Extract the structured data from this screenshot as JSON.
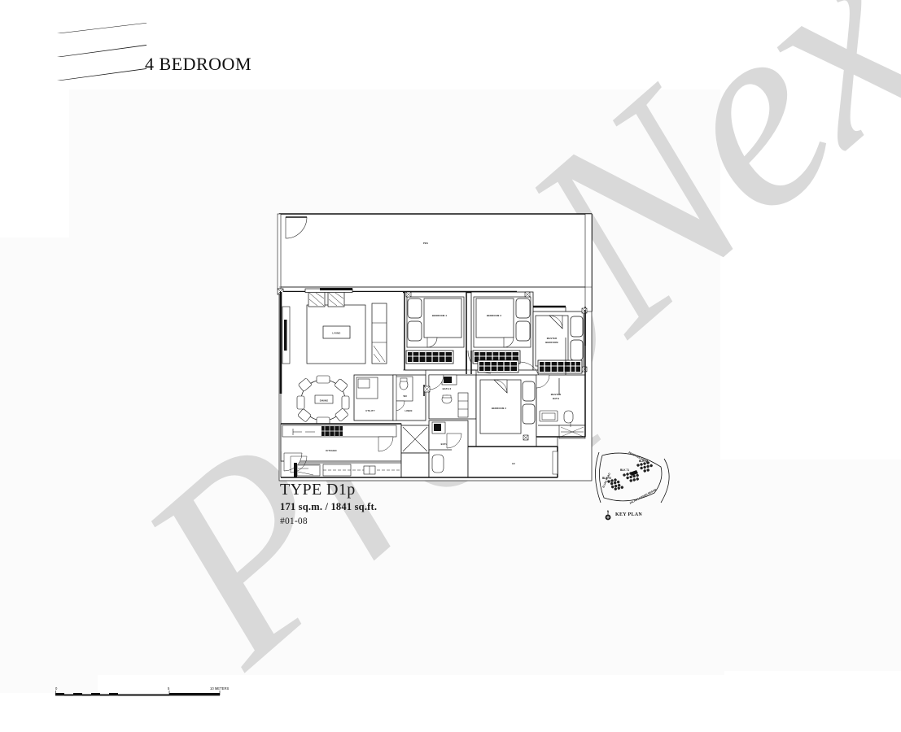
{
  "header": {
    "title": "4 BEDROOM",
    "logo_name": "three-blade-logo"
  },
  "watermark": {
    "text": "PropNex"
  },
  "caption": {
    "type_label": "TYPE D1p",
    "area_label": "171 sq.m. / 1841 sq.ft.",
    "unit_label": "#01-08"
  },
  "keyplan": {
    "title": "KEY PLAN",
    "compass_label": "N",
    "roads": [
      "ELIAS ROAD",
      "PASIR RIS DRIVE 1",
      "JALAN LOYANG BESAR"
    ],
    "blocks": [
      "BLK 73",
      "BLK 71",
      "BLK 70"
    ]
  },
  "scalebar": {
    "ticks": [
      "0",
      "5",
      "10 METERS"
    ]
  },
  "floorplan": {
    "rooms": [
      {
        "name": "PES",
        "label": "PES"
      },
      {
        "name": "living",
        "label": "LIVING"
      },
      {
        "name": "dining",
        "label": "DINING"
      },
      {
        "name": "kitchen",
        "label": "KITCHEN"
      },
      {
        "name": "utility",
        "label": "UTILITY"
      },
      {
        "name": "linen",
        "label": "LINEN"
      },
      {
        "name": "wc",
        "label": "WC"
      },
      {
        "name": "bedroom-4",
        "label": "BEDROOM 4"
      },
      {
        "name": "bedroom-3",
        "label": "BEDROOM 3"
      },
      {
        "name": "bedroom-2",
        "label": "BEDROOM 2"
      },
      {
        "name": "master-bedroom",
        "label": "MASTER BEDROOM"
      },
      {
        "name": "master-bath",
        "label": "MASTER BATH"
      },
      {
        "name": "bath-2",
        "label": "BATH 2"
      },
      {
        "name": "bath-3",
        "label": "BATH 3"
      },
      {
        "name": "ac-ledge-1",
        "label": "AC"
      },
      {
        "name": "ac-ledge-2",
        "label": "AC"
      }
    ],
    "labels": {
      "pes": "PES",
      "living": "LIVING",
      "dining": "DINING",
      "kitchen": "KITCHEN",
      "utility": "UTILITY",
      "linen": "LINEN",
      "wc": "WC",
      "bedroom4": "BEDROOM 4",
      "bedroom3": "BEDROOM 3",
      "bedroom2": "BEDROOM 2",
      "master_bedroom_1": "MASTER",
      "master_bedroom_2": "BEDROOM",
      "master_bath_1": "MASTER",
      "master_bath_2": "BATH",
      "bath2": "BATH 2",
      "bath3": "BATH 3",
      "ac1": "AC",
      "ac2": "AC"
    }
  },
  "colors": {
    "ink": "#111111",
    "watermark": "#d9d9d9",
    "page": "#ffffff",
    "panel": "#fafafa"
  }
}
